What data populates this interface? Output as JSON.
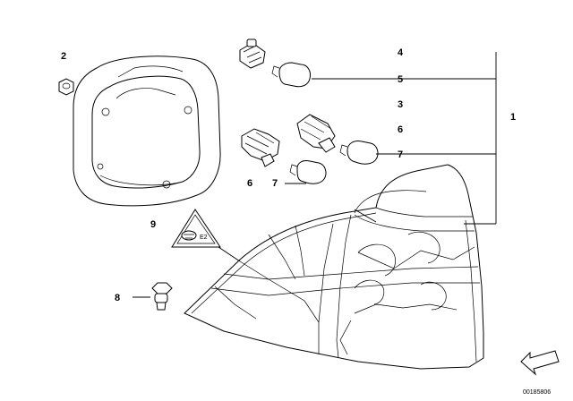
{
  "callouts": [
    "1",
    "2",
    "3",
    "4",
    "5",
    "6",
    "6",
    "7",
    "7",
    "8",
    "9"
  ],
  "diagram_code": "00185806",
  "triangle_marking": "E2"
}
